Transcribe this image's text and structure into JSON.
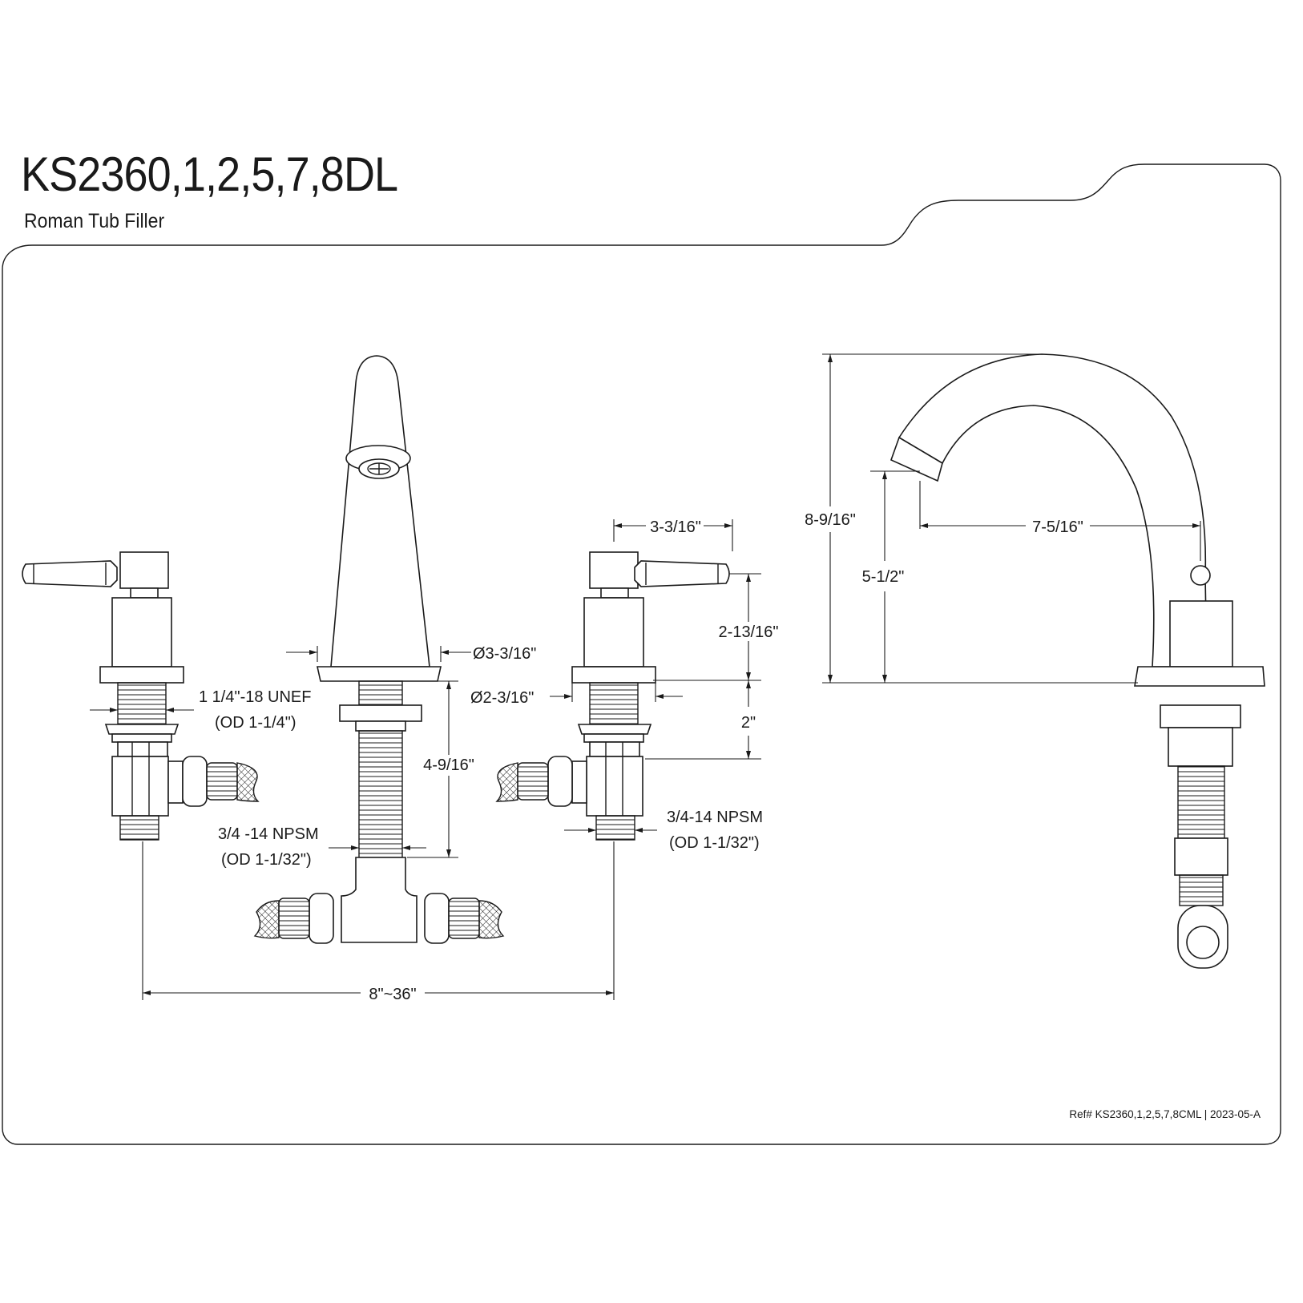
{
  "header": {
    "model": "KS2360,1,2,5,7,8DL",
    "product": "Roman Tub Filler"
  },
  "footer": {
    "reference": "Ref# KS2360,1,2,5,7,8CML | 2023-05-A"
  },
  "dimensions": {
    "handle_reach": "3-3/16\"",
    "handle_height": "2-13/16\"",
    "spout_base_diameter": "Ø3-3/16\"",
    "valve_base_diameter": "Ø2-3/16\"",
    "valve_shank_rise": "2\"",
    "spout_shank_length": "4-9/16\"",
    "valve_thread": "1 1/4\"-18 UNEF",
    "valve_thread_od": "(OD 1-1/4\")",
    "spout_inlet_thread": "3/4 -14 NPSM",
    "spout_inlet_od": "(OD 1-1/32\")",
    "valve_inlet_thread": "3/4-14 NPSM",
    "valve_inlet_od": "(OD 1-1/32\")",
    "spread": "8\"~36\"",
    "overall_height": "8-9/16\"",
    "spout_clearance": "5-1/2\"",
    "spout_reach": "7-5/16\""
  }
}
